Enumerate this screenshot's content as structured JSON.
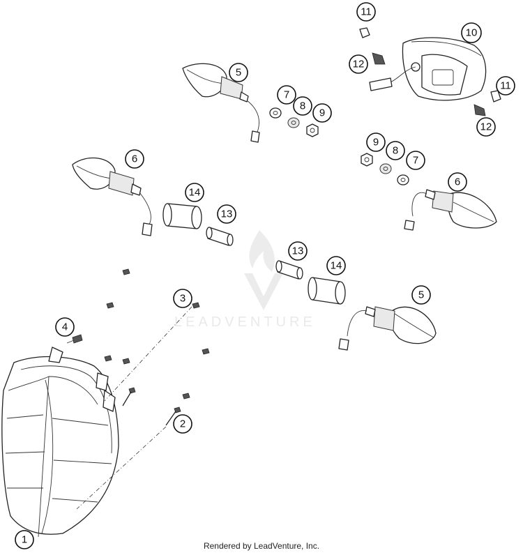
{
  "footer_text": "Rendered by LeadVenture, Inc.",
  "watermark_text": "LEADVENTURE",
  "callouts": [
    {
      "id": "c1",
      "label": "1"
    },
    {
      "id": "c2",
      "label": "2"
    },
    {
      "id": "c3",
      "label": "3"
    },
    {
      "id": "c4",
      "label": "4"
    },
    {
      "id": "c5a",
      "label": "5"
    },
    {
      "id": "c5b",
      "label": "5"
    },
    {
      "id": "c6a",
      "label": "6"
    },
    {
      "id": "c6b",
      "label": "6"
    },
    {
      "id": "c7a",
      "label": "7"
    },
    {
      "id": "c7b",
      "label": "7"
    },
    {
      "id": "c8a",
      "label": "8"
    },
    {
      "id": "c8b",
      "label": "8"
    },
    {
      "id": "c9a",
      "label": "9"
    },
    {
      "id": "c9b",
      "label": "9"
    },
    {
      "id": "c10",
      "label": "10"
    },
    {
      "id": "c11a",
      "label": "11"
    },
    {
      "id": "c11b",
      "label": "11"
    },
    {
      "id": "c12a",
      "label": "12"
    },
    {
      "id": "c12b",
      "label": "12"
    },
    {
      "id": "c13a",
      "label": "13"
    },
    {
      "id": "c13b",
      "label": "13"
    },
    {
      "id": "c14a",
      "label": "14"
    },
    {
      "id": "c14b",
      "label": "14"
    }
  ]
}
